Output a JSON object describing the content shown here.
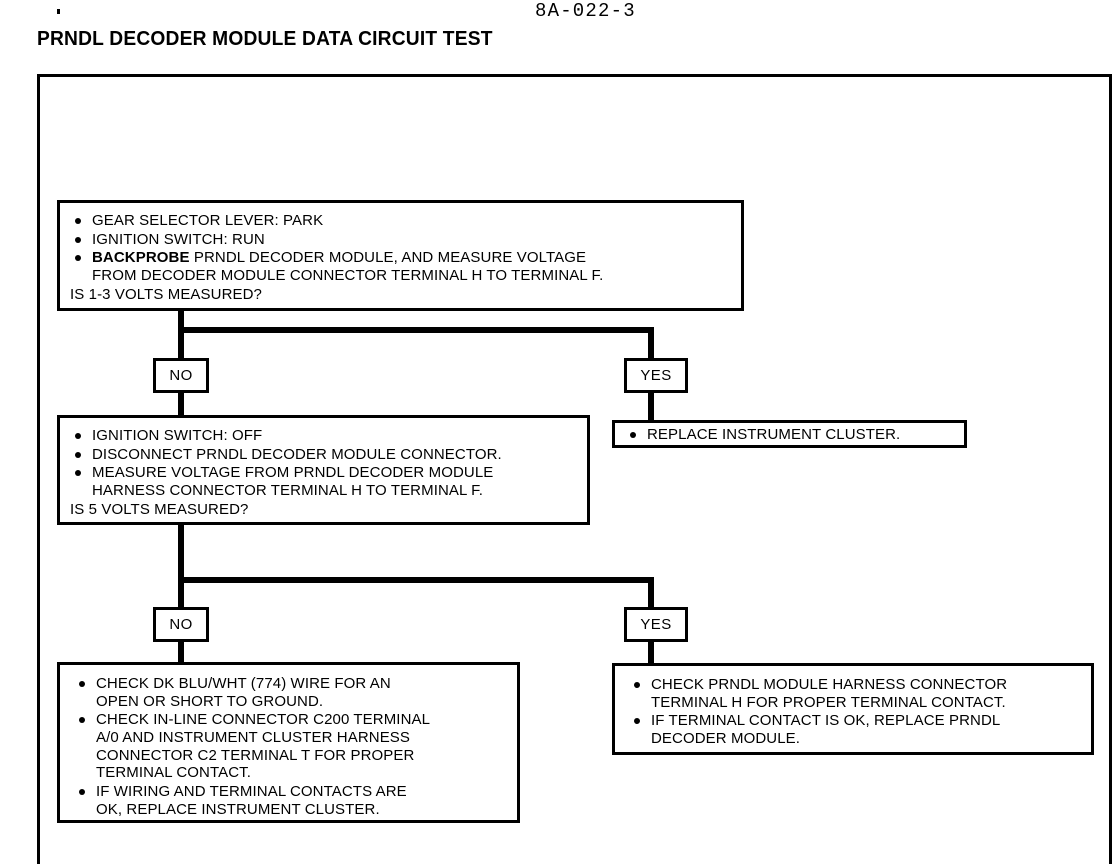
{
  "header": {
    "page_number": "8A-022-3",
    "title": "PRNDL DECODER MODULE DATA CIRCUIT TEST",
    "tick_mark": "tick-mark"
  },
  "flowchart": {
    "type": "diagnostic-flowchart",
    "nodes": {
      "step1": {
        "id": "step1",
        "kind": "decision",
        "bullets": [
          "GEAR SELECTOR LEVER: PARK",
          "IGNITION SWITCH: RUN",
          "BACKPROBE PRNDL DECODER MODULE, AND MEASURE VOLTAGE\nFROM DECODER MODULE CONNECTOR TERMINAL H TO TERMINAL F."
        ],
        "bullet3_bold_lead": "BACKPROBE",
        "bullet3_rest": " PRNDL DECODER MODULE, AND MEASURE VOLTAGE\nFROM DECODER MODULE CONNECTOR TERMINAL H TO TERMINAL F.",
        "question": "IS 1-3 VOLTS MEASURED?"
      },
      "step1_yes_label": "YES",
      "step1_no_label": "NO",
      "step1_yes_result": {
        "id": "step1-yes-result",
        "kind": "action",
        "bullets": [
          "REPLACE INSTRUMENT CLUSTER."
        ]
      },
      "step2": {
        "id": "step2",
        "kind": "decision",
        "bullets": [
          "IGNITION SWITCH: OFF",
          "DISCONNECT PRNDL DECODER MODULE CONNECTOR.",
          "MEASURE VOLTAGE FROM PRNDL DECODER MODULE\nHARNESS CONNECTOR TERMINAL H TO TERMINAL F."
        ],
        "question": "IS 5 VOLTS MEASURED?"
      },
      "step2_yes_label": "YES",
      "step2_no_label": "NO",
      "step2_no_result": {
        "id": "step2-no-result",
        "kind": "action",
        "bullets": [
          "CHECK DK BLU/WHT (774) WIRE FOR AN\nOPEN OR SHORT TO GROUND.",
          "CHECK IN-LINE CONNECTOR C200 TERMINAL\nA/0 AND INSTRUMENT CLUSTER HARNESS\nCONNECTOR C2 TERMINAL T FOR PROPER\nTERMINAL CONTACT.",
          "IF WIRING AND TERMINAL CONTACTS ARE\nOK, REPLACE INSTRUMENT CLUSTER."
        ]
      },
      "step2_yes_result": {
        "id": "step2-yes-result",
        "kind": "action",
        "bullets": [
          "CHECK PRNDL MODULE HARNESS CONNECTOR\nTERMINAL H FOR PROPER TERMINAL CONTACT.",
          "IF TERMINAL CONTACT IS OK, REPLACE PRNDL\nDECODER MODULE."
        ]
      }
    }
  },
  "colors": {
    "ink": "#000000",
    "paper": "#ffffff"
  }
}
